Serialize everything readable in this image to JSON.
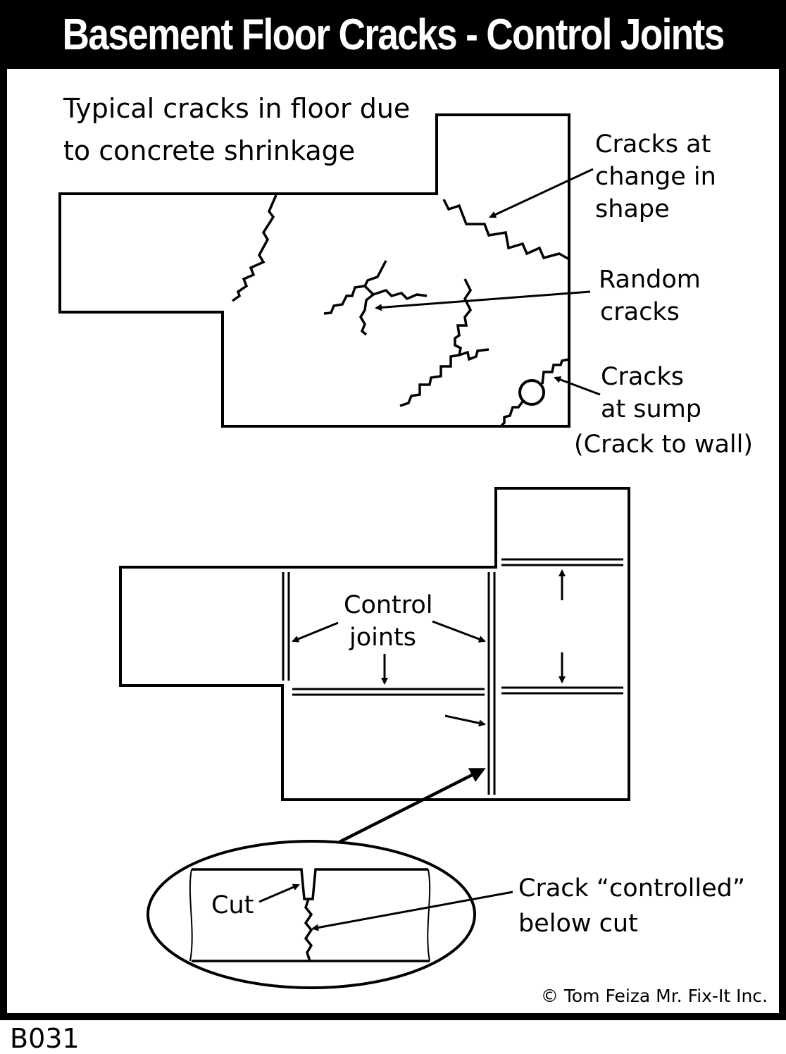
{
  "title": "Basement Floor Cracks - Control Joints",
  "top_plan": {
    "caption_line1": "Typical cracks in floor due",
    "caption_line2": "to concrete shrinkage",
    "shape_label": [
      "Cracks at",
      "change in",
      "shape"
    ],
    "random_label": [
      "Random",
      "cracks"
    ],
    "sump_label": [
      "Cracks",
      "at sump",
      "(Crack to wall)"
    ]
  },
  "bottom_plan": {
    "joints_label": [
      "Control",
      "joints"
    ]
  },
  "detail": {
    "cut_label": "Cut",
    "controlled_label": [
      "Crack “controlled”",
      "below cut"
    ]
  },
  "copyright": "© Tom Feiza Mr. Fix-It Inc.",
  "code": "B031"
}
